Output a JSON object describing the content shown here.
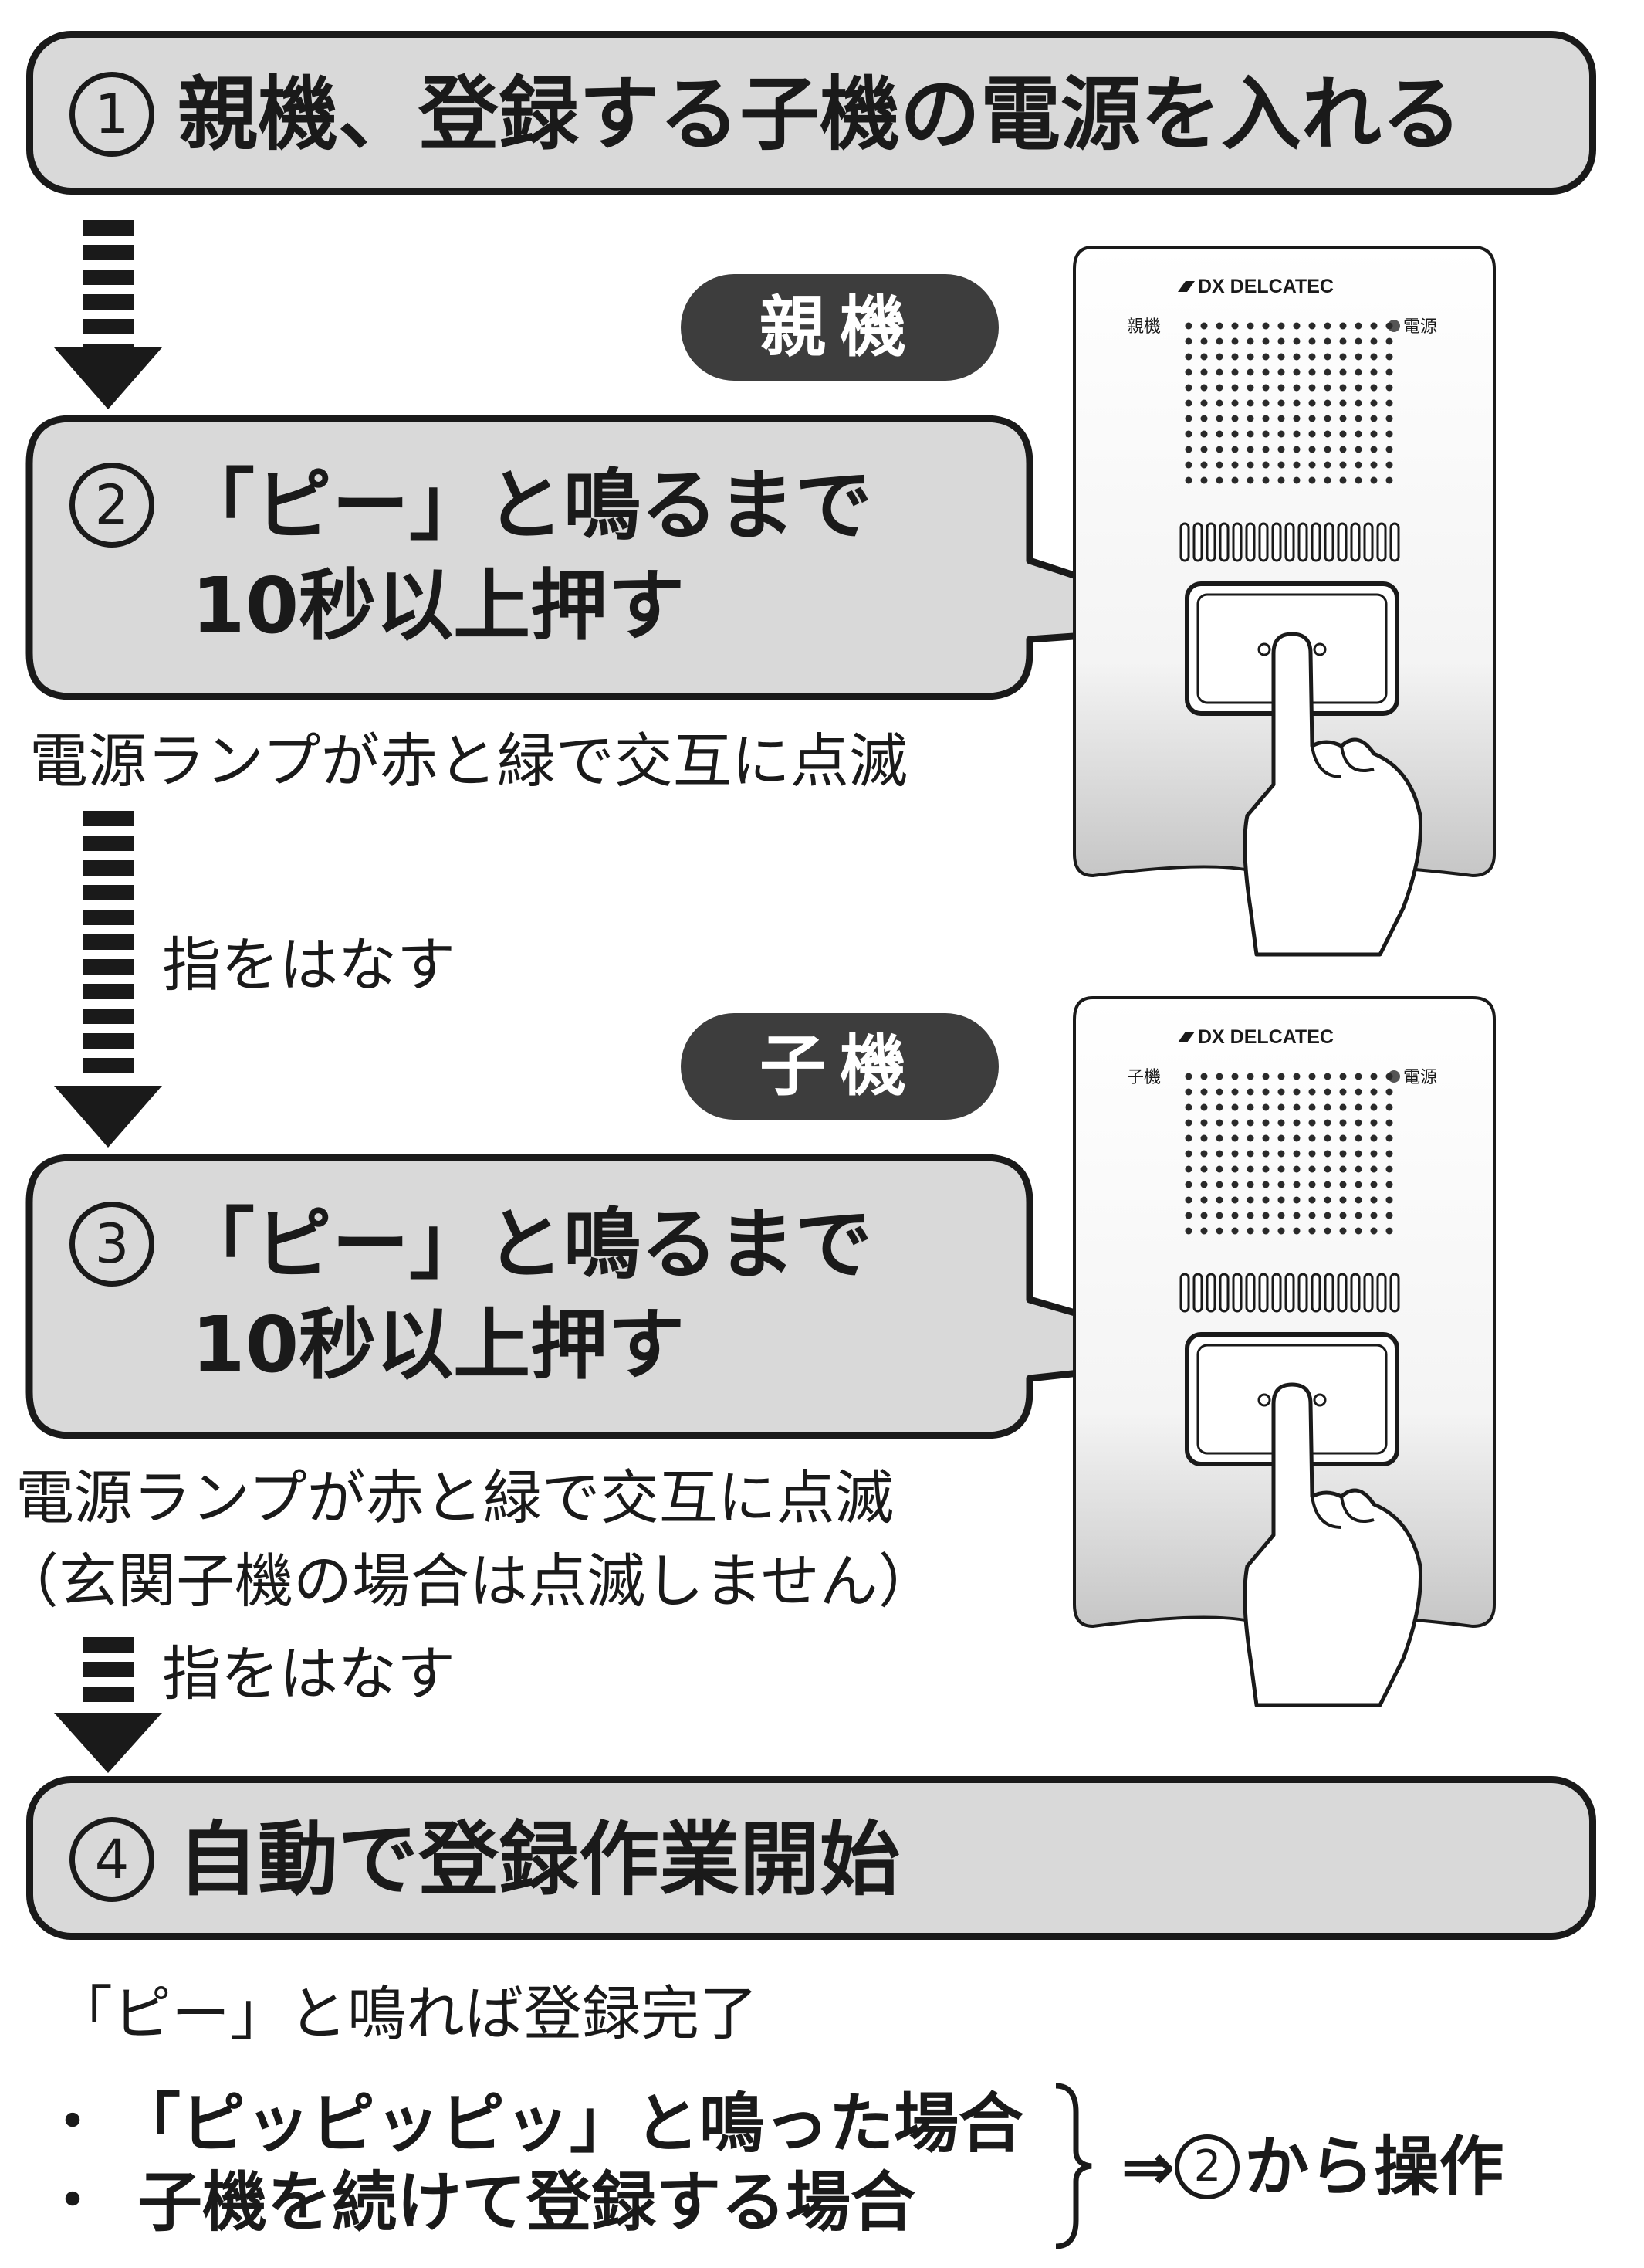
{
  "step1": {
    "num": "1",
    "text": "親機、登録する子機の電源を入れる"
  },
  "master_label": "親機",
  "step2": {
    "num": "2",
    "line1": "「ピー」と鳴るまで",
    "line2": "10秒以上押す"
  },
  "note_lamp": "電源ランプが赤と緑で交互に点滅",
  "release_finger_1": "指をはなす",
  "slave_label": "子機",
  "step3": {
    "num": "3",
    "line1": "「ピー」と鳴るまで",
    "line2": "10秒以上押す"
  },
  "note_lamp_2": "電源ランプが赤と緑で交互に点滅",
  "note_lamp_2b": "（玄関子機の場合は点滅しません）",
  "release_finger_2": "指をはなす",
  "step4": {
    "num": "4",
    "text": "自動で登録作業開始"
  },
  "complete_note": "「ピー」と鳴れば登録完了",
  "bullets": [
    "「ピッピッピッ」と鳴った場合",
    "子機を続けて登録する場合"
  ],
  "bullet_mark": "・",
  "action": {
    "prefix": "⇒",
    "num": "2",
    "suffix": "から操作"
  },
  "device_top": {
    "brand": "DX DELCATEC",
    "left_label": "親機",
    "right_label": "電源"
  },
  "device_bottom": {
    "brand": "DX DELCATEC",
    "left_label": "子機",
    "right_label": "電源"
  },
  "colors": {
    "box_fill": "#d9d9d9",
    "pill_fill": "#3d3d3d",
    "ink": "#1a1a1a"
  }
}
